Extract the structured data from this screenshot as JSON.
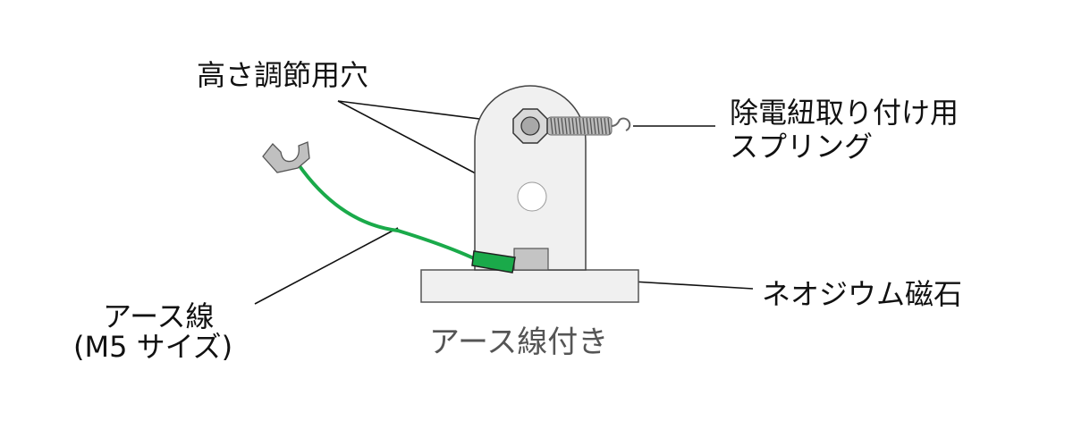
{
  "labels": {
    "height_hole": "高さ調節用穴",
    "spring_line1": "除電紐取り付け用",
    "spring_line2": "スプリング",
    "magnet": "ネオジウム磁石",
    "earth_line1": "アース線",
    "earth_line2": "(M5 サイズ)",
    "caption": "アース線付き"
  },
  "colors": {
    "wire": "#1aaa4a",
    "bracket": "#f0f0f0",
    "metal": "#bdbdbd"
  }
}
